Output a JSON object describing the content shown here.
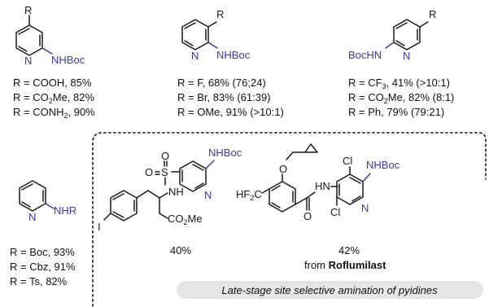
{
  "labels": {
    "R": "R",
    "NHBoc": "NHBoc",
    "BocHN": "BocHN",
    "NHR": "NHR",
    "N": "N",
    "O": "O",
    "S": "S",
    "NH": "NH",
    "HN": "HN",
    "Cl": "Cl",
    "I": "I",
    "HF2C_main": "HF",
    "HF2C_sub": "2",
    "HF2C_end": "C",
    "CO2Me_a": "CO",
    "CO2Me_sub": "2",
    "CO2Me_b": "Me"
  },
  "compound1": {
    "lines": [
      "R = COOH, 85%",
      "R = CO",
      "R = CONH"
    ],
    "l2_sub": "2",
    "l2_end": "Me, 82%",
    "l3_sub": "2",
    "l3_end": ", 90%"
  },
  "compound2": {
    "lines": [
      "R = F, 68% (76;24)",
      "R = Br, 83% (61:39)",
      "R = OMe, 91% (>10:1)"
    ]
  },
  "compound3": {
    "l1a": "R = CF",
    "l1_sub": "3",
    "l1b": ", 41% (>10:1)",
    "l2a": "R = CO",
    "l2_sub": "2",
    "l2b": "Me, 82% (8:1)",
    "l3": "R = Ph, 79% (79:21)"
  },
  "compound4": {
    "lines": [
      "R = Boc, 93%",
      "R = Cbz, 91%",
      "R = Ts, 82%"
    ]
  },
  "yields": {
    "left": "40%",
    "right": "42%",
    "from": "from ",
    "drug": "Roflumilast"
  },
  "banner": {
    "text": "Late-stage site selective amination of pyidines"
  },
  "colors": {
    "amine_blue": "#3a3aa8",
    "banner_bg": "#e6e6e6"
  }
}
